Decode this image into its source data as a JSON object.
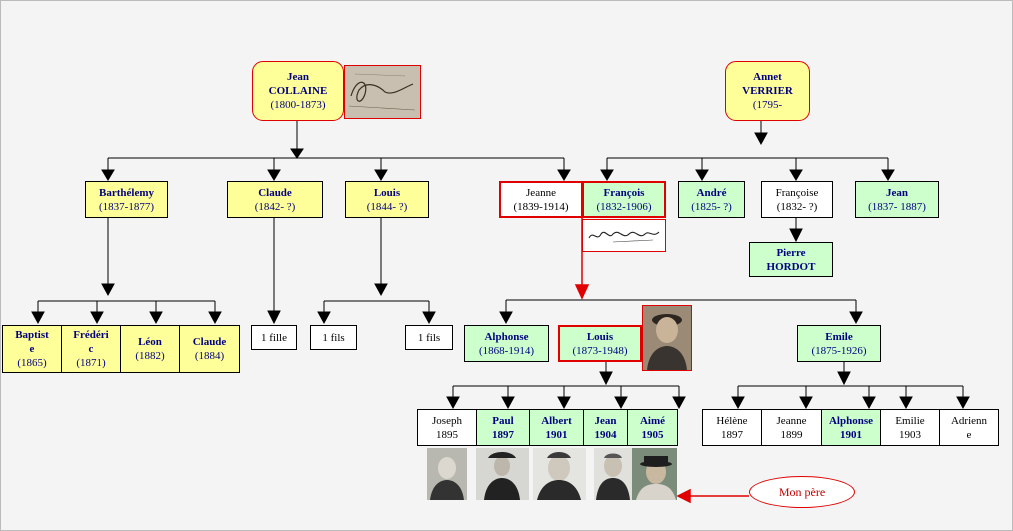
{
  "ancestors": {
    "jean_collaine": {
      "first": "Jean",
      "last": "COLLAINE",
      "dates": "(1800-1873)"
    },
    "annet_verrier": {
      "first": "Annet",
      "last": "VERRIER",
      "dates": "(1795-"
    }
  },
  "gen2": {
    "barthelemy": {
      "name": "Barthélemy",
      "dates": "(1837-1877)"
    },
    "claude": {
      "name": "Claude",
      "dates": "(1842- ?)"
    },
    "louis": {
      "name": "Louis",
      "dates": "(1844- ?)"
    },
    "jeanne": {
      "name": "Jeanne",
      "dates": "(1839-1914)"
    },
    "francois": {
      "name": "François",
      "dates": "(1832-1906)"
    },
    "andre": {
      "name": "André",
      "dates": "(1825- ?)"
    },
    "francoise": {
      "name": "Françoise",
      "dates": "(1832- ?)"
    },
    "jean": {
      "name": "Jean",
      "dates": "(1837- 1887)"
    },
    "pierre_hordot": {
      "first": "Pierre",
      "last": "HORDOT"
    }
  },
  "gen3": {
    "baptiste": {
      "l1": "Baptist",
      "l2": "e",
      "dates": "(1865)"
    },
    "frederic": {
      "l1": "Frédéri",
      "l2": "c",
      "dates": "(1871)"
    },
    "leon": {
      "name": "Léon",
      "dates": "(1882)"
    },
    "claude": {
      "name": "Claude",
      "dates": "(1884)"
    },
    "claude_children": "1 fille",
    "louis_child_1": "1 fils",
    "louis_child_2": "1 fils",
    "alphonse": {
      "name": "Alphonse",
      "dates": "(1868-1914)"
    },
    "louis": {
      "name": "Louis",
      "dates": "(1873-1948)"
    },
    "emile": {
      "name": "Emile",
      "dates": "(1875-1926)"
    }
  },
  "gen4_louis": [
    {
      "name": "Joseph",
      "year": "1895"
    },
    {
      "name": "Paul",
      "year": "1897"
    },
    {
      "name": "Albert",
      "year": "1901"
    },
    {
      "name": "Jean",
      "year": "1904"
    },
    {
      "name": "Aimé",
      "year": "1905"
    }
  ],
  "gen4_emile": [
    {
      "name": "Hélène",
      "year": "1897"
    },
    {
      "name": "Jeanne",
      "year": "1899"
    },
    {
      "name": "Alphonse",
      "year": "1901"
    },
    {
      "name": "Emilie",
      "year": "1903"
    },
    {
      "name": "Adrienn",
      "name2": "e"
    }
  ],
  "callout": {
    "mon_pere": "Mon père"
  },
  "colors": {
    "yellow": "#ffff99",
    "green": "#ccffcc",
    "highlight": "#e00000",
    "name_text": "#000080"
  }
}
